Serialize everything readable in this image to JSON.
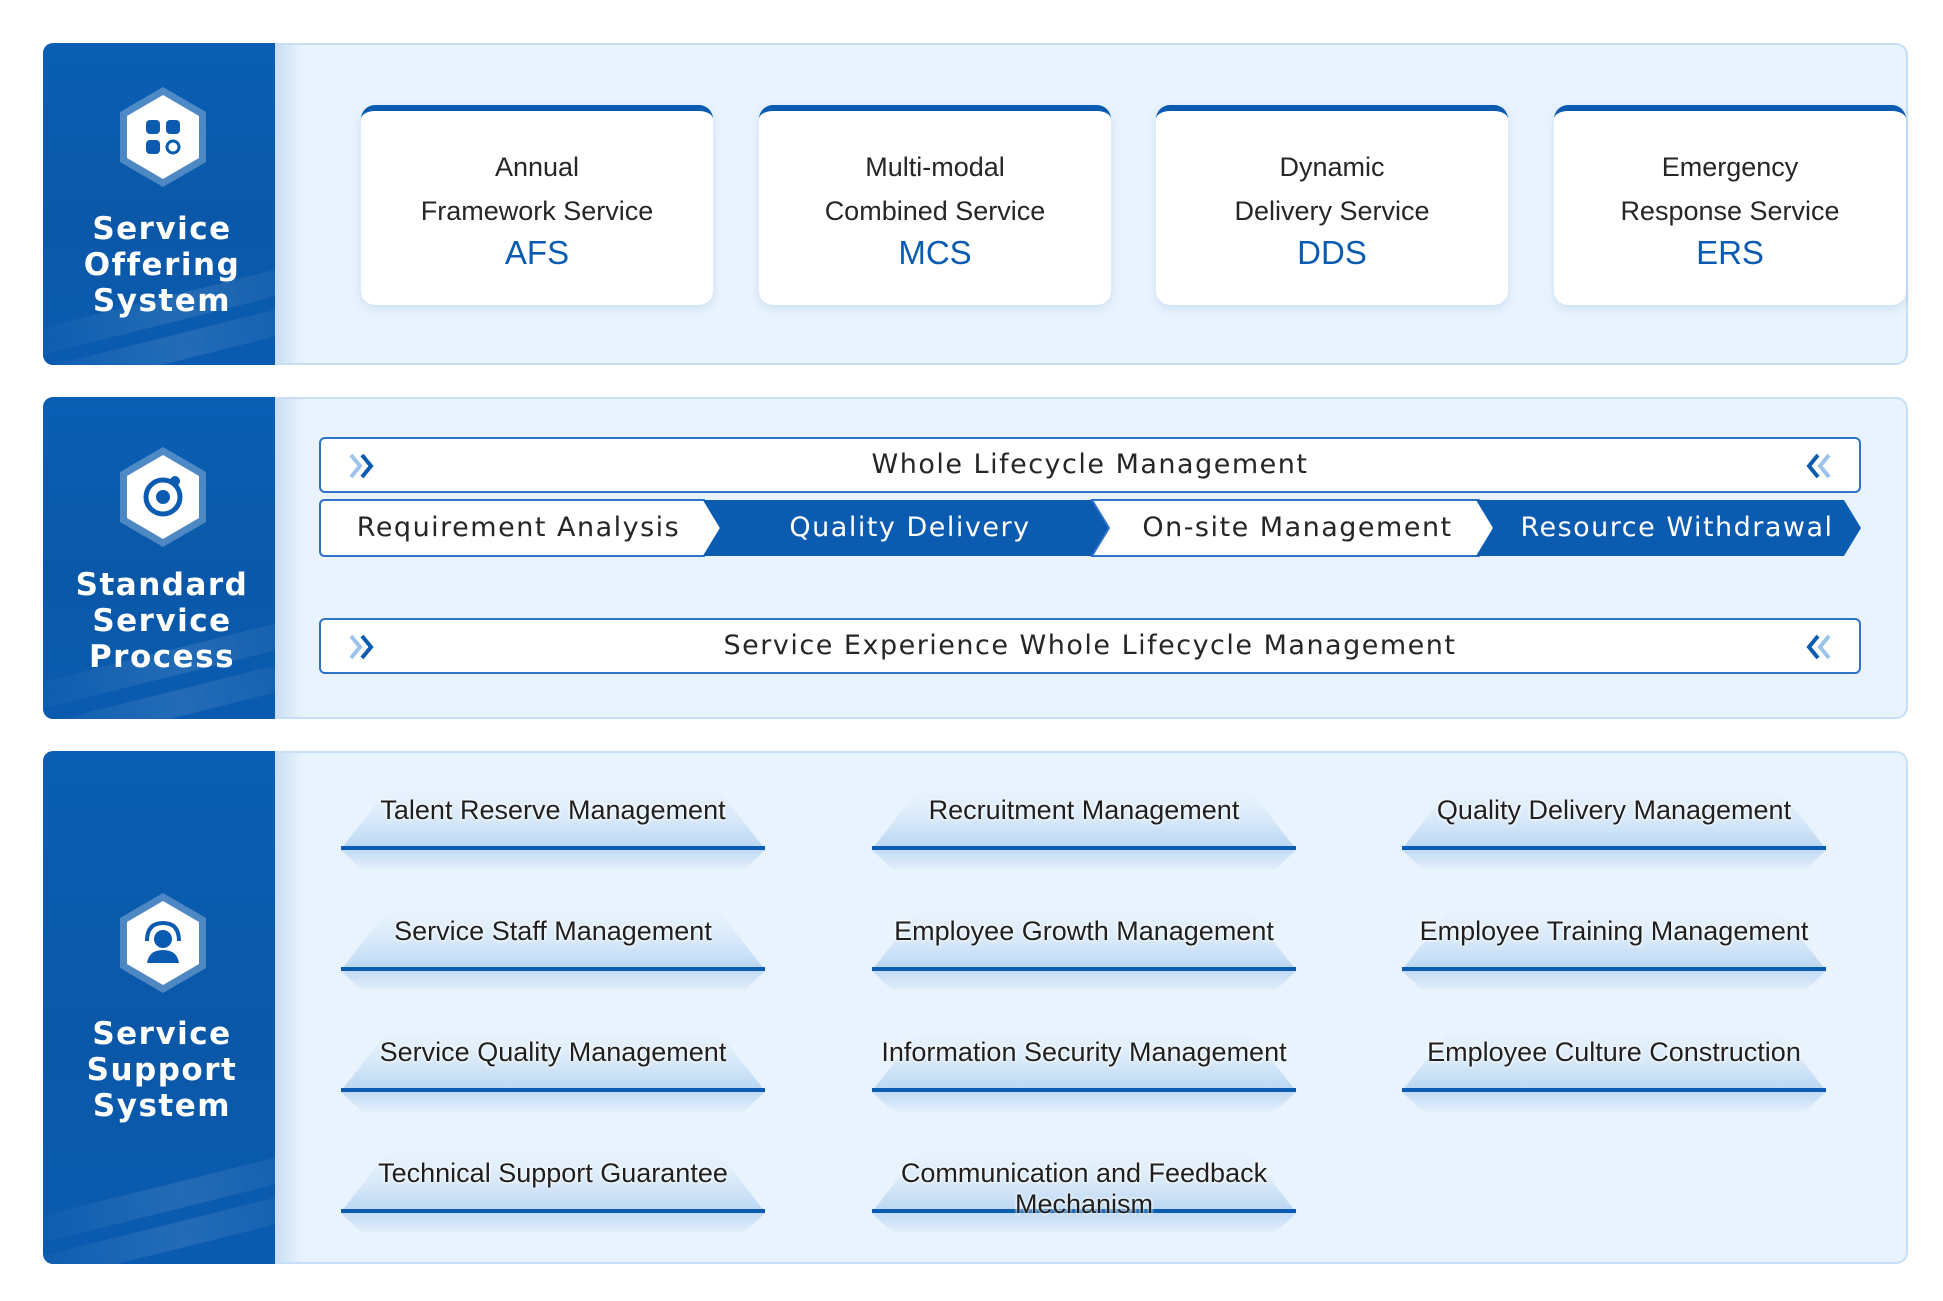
{
  "offering": {
    "title": [
      "Service",
      "Offering",
      "System"
    ],
    "icon": "apps-grid-icon",
    "cards": [
      {
        "line1": "Annual",
        "line2": "Framework Service",
        "abbr": "AFS"
      },
      {
        "line1": "Multi-modal",
        "line2": "Combined Service",
        "abbr": "MCS"
      },
      {
        "line1": "Dynamic",
        "line2": "Delivery Service",
        "abbr": "DDS"
      },
      {
        "line1": "Emergency",
        "line2": "Response Service",
        "abbr": "ERS"
      }
    ]
  },
  "process": {
    "title": [
      "Standard",
      "Service",
      "Process"
    ],
    "icon": "target-ring-icon",
    "top_bar": "Whole Lifecycle Management",
    "steps": [
      "Requirement Analysis",
      "Quality Delivery",
      "On-site Management",
      "Resource Withdrawal"
    ],
    "bottom_bar": "Service Experience Whole Lifecycle Management"
  },
  "support": {
    "title": [
      "Service",
      "Support",
      "System"
    ],
    "icon": "person-headset-icon",
    "items": [
      "Talent Reserve Management",
      "Recruitment Management",
      "Quality Delivery Management",
      "Service Staff Management",
      "Employee Growth Management",
      "Employee Training Management",
      "Service Quality Management",
      "Information Security Management",
      "Employee Culture Construction",
      "Technical Support Guarantee",
      "Communication and Feedback Mechanism"
    ]
  },
  "colors": {
    "primary": "#0b5cb0",
    "panel_bg": "#e9f3fd",
    "panel_border": "#c7dff6",
    "text": "#262626"
  }
}
